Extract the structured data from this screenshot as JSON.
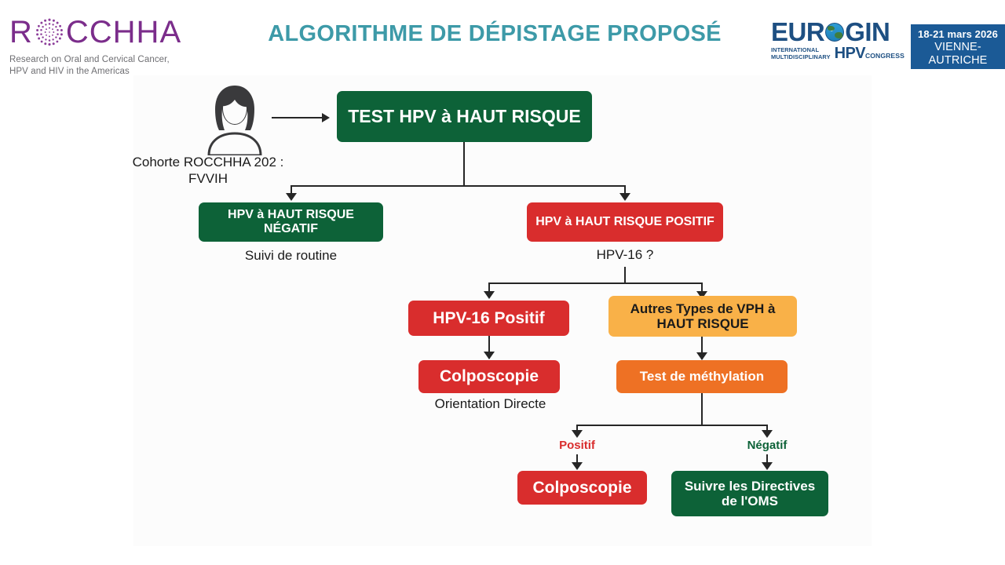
{
  "header": {
    "org_logo": {
      "name": "ROCCHHA",
      "word_pre": "R",
      "word_post": "CCHHA",
      "tagline_line1": "Research on Oral and Cervical Cancer,",
      "tagline_line2": "HPV and HIV in the Americas",
      "color": "#7b2d8b"
    },
    "title": "ALGORITHME DE DÉPISTAGE PROPOSÉ",
    "title_color": "#3d9aa8",
    "congress_logo": {
      "word_pre": "EUR",
      "word_post": "GIN",
      "sub_line1": "INTERNATIONAL",
      "sub_line2": "MULTIDISCIPLINARY",
      "hpv": "HPV",
      "congress": "CONGRESS",
      "color": "#1d4f82"
    },
    "congress_badge": {
      "dates": "18-21 mars 2026",
      "city": "VIENNE-AUTRICHE",
      "background": "#1b5a96"
    }
  },
  "flowchart": {
    "avatar_caption": "Cohorte ROCCHHA 202 :\nFVVIH",
    "nodes": {
      "test_hpv": "TEST HPV à HAUT RISQUE",
      "hr_negative": "HPV à HAUT RISQUE NÉGATIF",
      "hr_positive": "HPV à HAUT RISQUE POSITIF",
      "hpv16_positive": "HPV-16 Positif",
      "other_types": "Autres Types de VPH à HAUT RISQUE",
      "colposcopy_direct": "Colposcopie",
      "methylation_test": "Test de méthylation",
      "colposcopy_final": "Colposcopie",
      "who_guidelines": "Suivre les Directives de l'OMS"
    },
    "labels": {
      "routine_followup": "Suivi de routine",
      "hpv16_question": "HPV-16 ?",
      "direct_referral": "Orientation Directe",
      "methylation_positive": "Positif",
      "methylation_negative": "Négatif"
    },
    "colors": {
      "green": "#0d6238",
      "red": "#d92d2d",
      "amber": "#f9b148",
      "orange": "#ee7124",
      "connector": "#262626"
    }
  }
}
